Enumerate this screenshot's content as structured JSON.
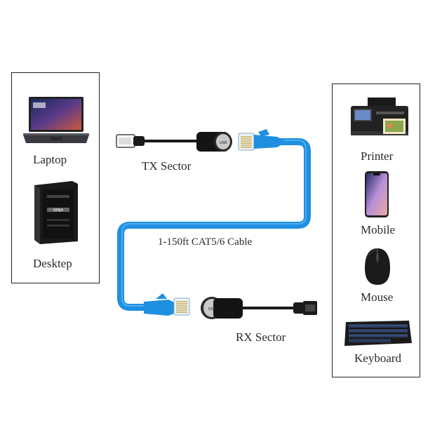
{
  "left_panel": {
    "devices": [
      {
        "label": "Laptop",
        "icon": "laptop-icon"
      },
      {
        "label": "Desktep",
        "icon": "desktop-tower-icon"
      }
    ]
  },
  "right_panel": {
    "devices": [
      {
        "label": "Printer",
        "icon": "printer-icon"
      },
      {
        "label": "Mobile",
        "icon": "mobile-phone-icon"
      },
      {
        "label": "Mouse",
        "icon": "mouse-icon"
      },
      {
        "label": "Keyboard",
        "icon": "keyboard-icon"
      }
    ]
  },
  "cable": {
    "tx_label": "TX Sector",
    "rx_label": "RX Sector",
    "cable_label": "1-150ft CAT5/6 Cable",
    "colors": {
      "cable": "#1f8fe0",
      "adapter": "#111111",
      "connector": "#c9a640"
    }
  }
}
